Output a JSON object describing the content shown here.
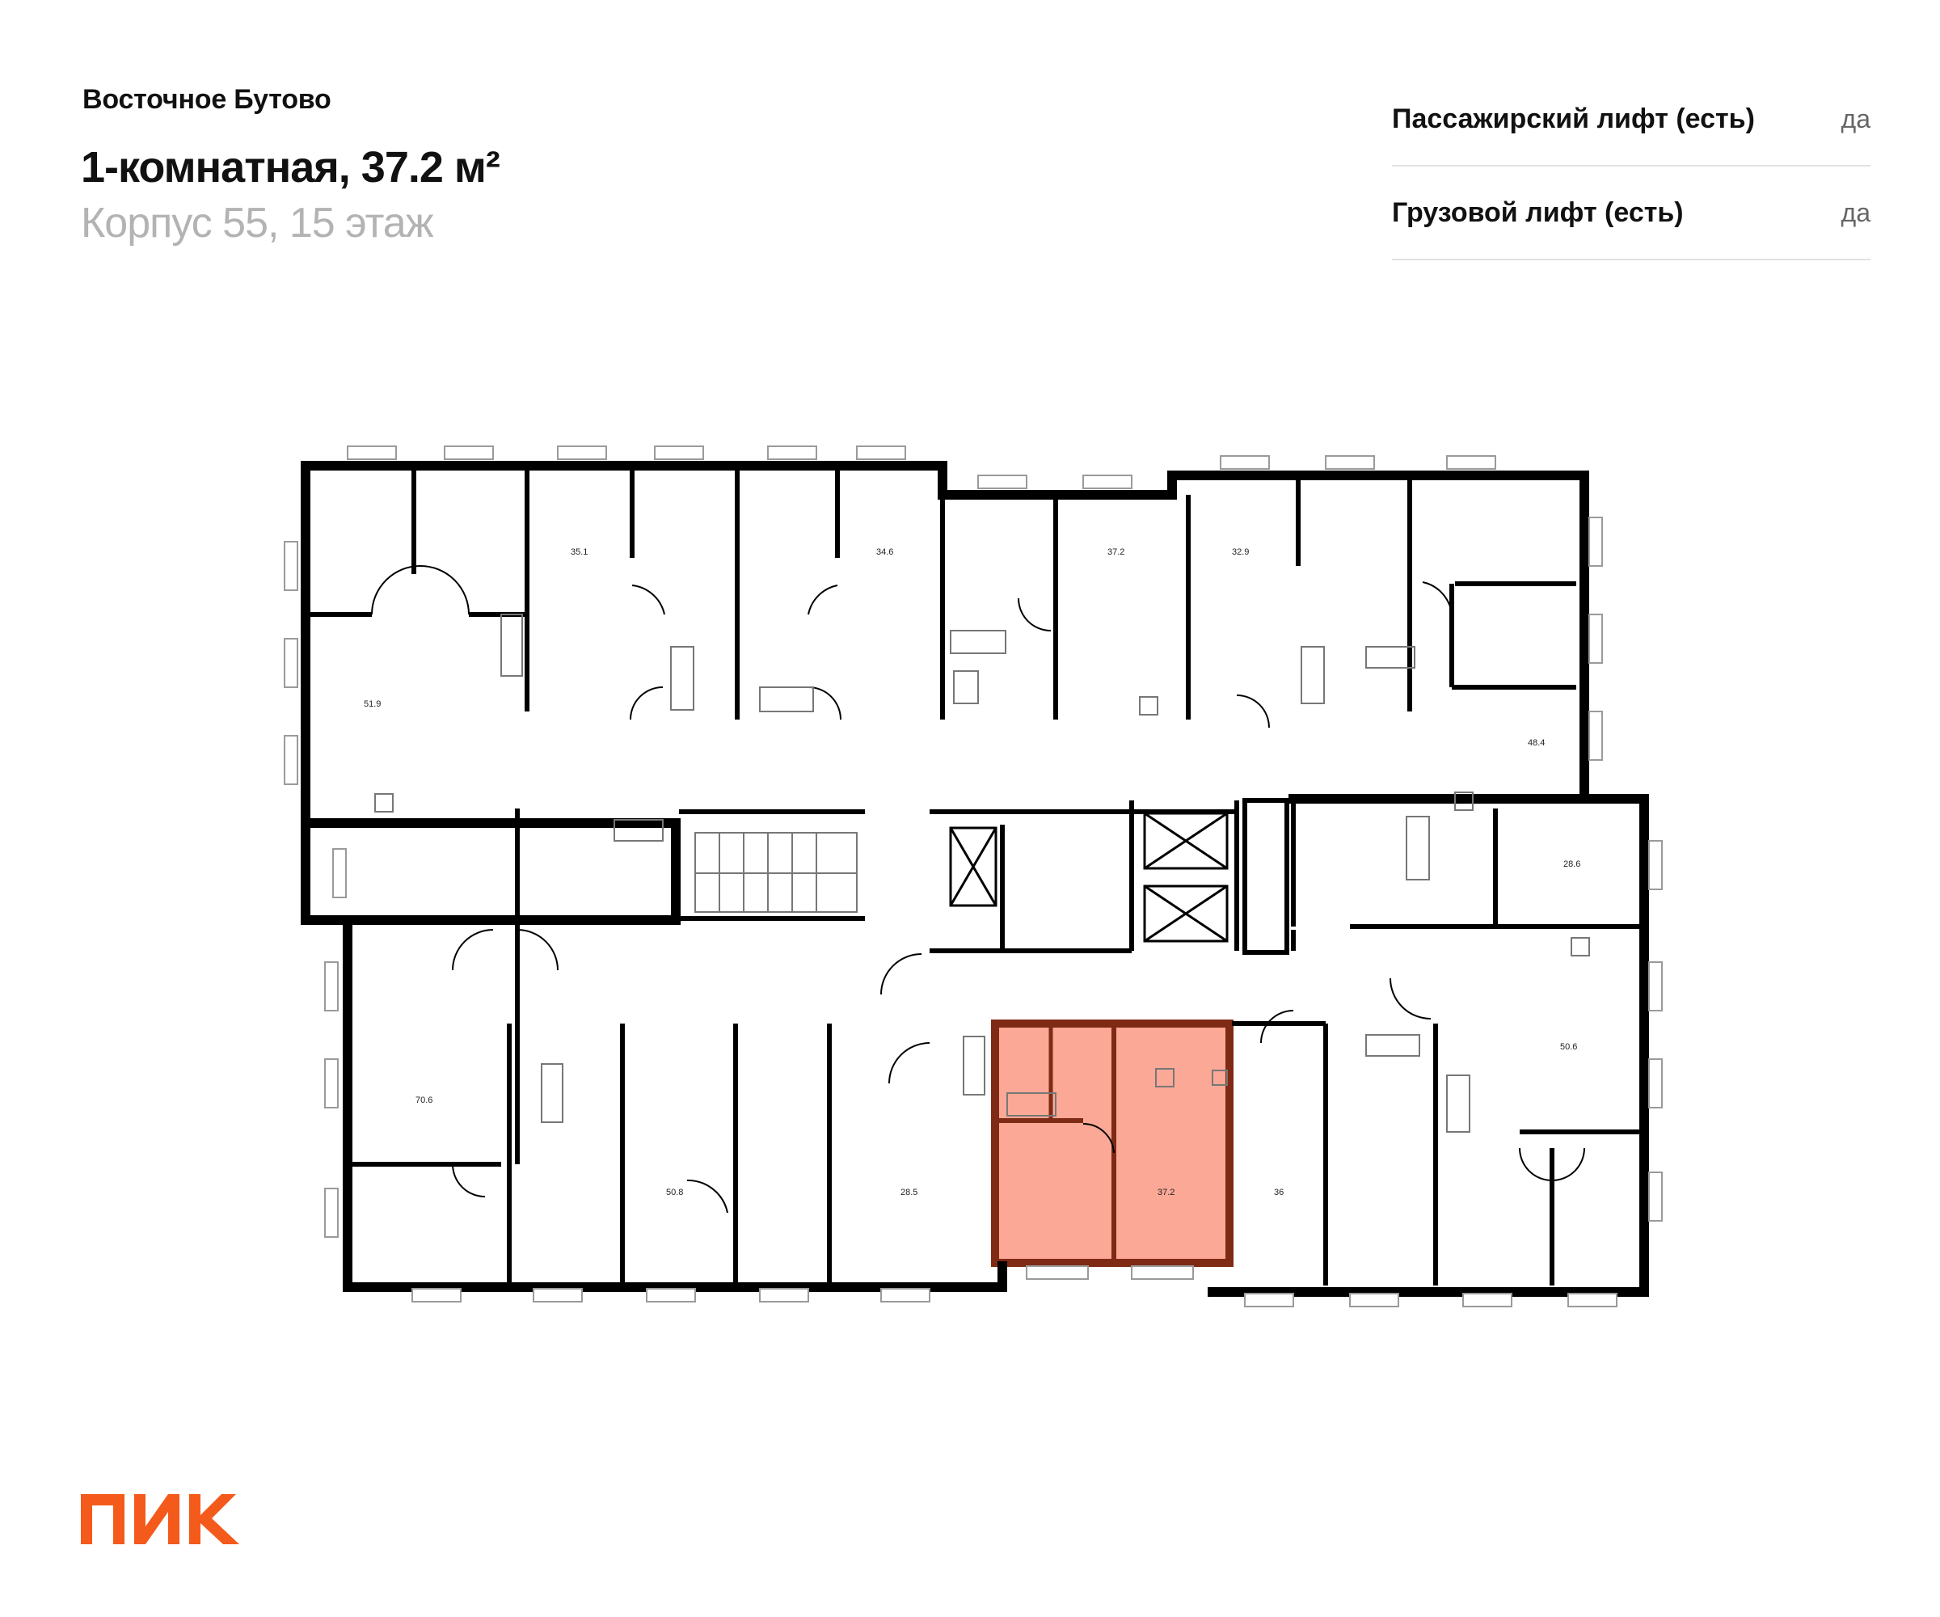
{
  "header": {
    "project": "Восточное Бутово",
    "title": "1-комнатная, 37.2 м²",
    "subtitle": "Корпус 55, 15 этаж"
  },
  "features": [
    {
      "label": "Пассажирский лифт (есть)",
      "value": "да"
    },
    {
      "label": "Грузовой лифт (есть)",
      "value": "да"
    }
  ],
  "plan": {
    "apartments": [
      {
        "area": "35.1",
        "highlighted": false
      },
      {
        "area": "34.6",
        "highlighted": false
      },
      {
        "area": "37.2",
        "highlighted": false
      },
      {
        "area": "32.9",
        "highlighted": false
      },
      {
        "area": "51.9",
        "highlighted": false
      },
      {
        "area": "48.4",
        "highlighted": false
      },
      {
        "area": "28.6",
        "highlighted": false
      },
      {
        "area": "70.6",
        "highlighted": false
      },
      {
        "area": "50.6",
        "highlighted": false
      },
      {
        "area": "50.8",
        "highlighted": false
      },
      {
        "area": "28.5",
        "highlighted": false
      },
      {
        "area": "37.2",
        "highlighted": true
      },
      {
        "area": "36",
        "highlighted": false
      }
    ]
  },
  "colors": {
    "accent": "#f45a1b",
    "highlight_fill": "#fba896",
    "highlight_border": "#7e2a15",
    "wall": "#000000"
  },
  "logo": {
    "text": "ПИК"
  }
}
